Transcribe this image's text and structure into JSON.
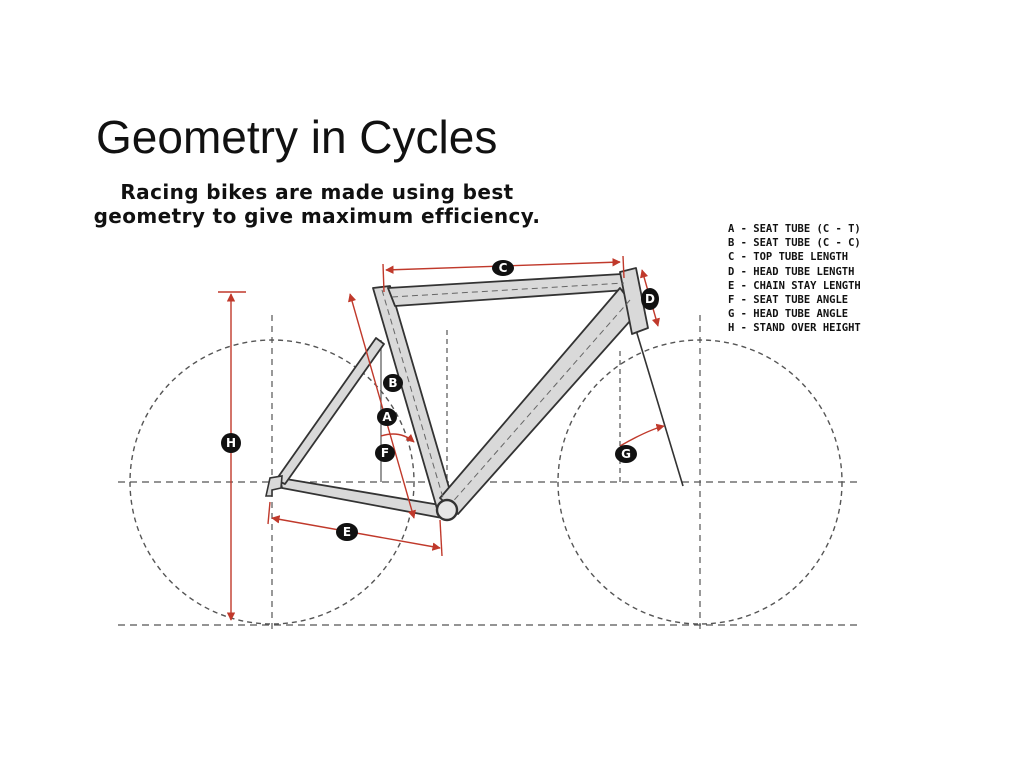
{
  "slide": {
    "title": "Geometry in Cycles",
    "subtitle_line1": "Racing bikes are made using best",
    "subtitle_line2": "geometry to give maximum efficiency."
  },
  "legend": [
    "A - SEAT TUBE (C - T)",
    "B - SEAT TUBE (C - C)",
    "C - TOP TUBE LENGTH",
    "D - HEAD TUBE LENGTH",
    "E - CHAIN STAY LENGTH",
    "F - SEAT TUBE ANGLE",
    "G - HEAD TUBE ANGLE",
    "H - STAND OVER HEIGHT"
  ],
  "markers": {
    "a": "A",
    "b": "B",
    "c": "C",
    "d": "D",
    "e": "E",
    "f": "F",
    "g": "G",
    "h": "H"
  },
  "colors": {
    "frame_fill": "#d9d9d9",
    "frame_stroke": "#333333",
    "dimension": "#c0392b",
    "guide": "#555555",
    "marker": "#111111"
  }
}
